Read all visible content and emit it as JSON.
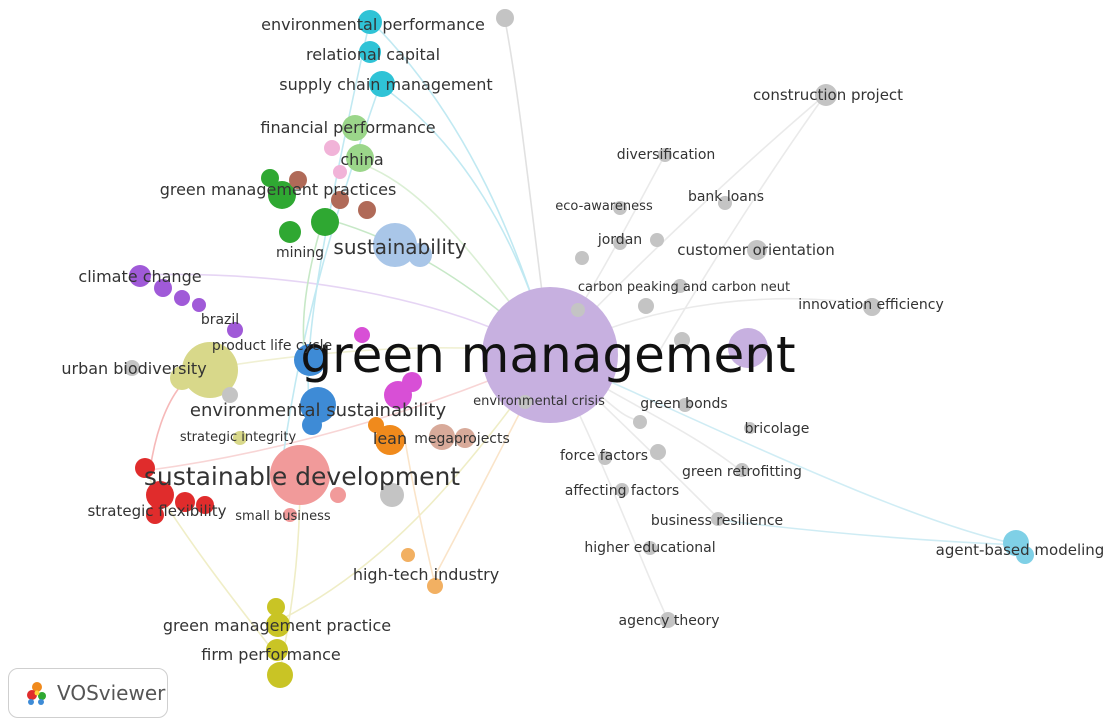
{
  "network": {
    "nodes": [
      {
        "label": "green management",
        "color": "#c7b0e0",
        "weight": 10
      },
      {
        "label": "sustainable development",
        "color": "#f19a9a",
        "weight": 6
      },
      {
        "label": "sustainability",
        "color": "#a9c6e8",
        "weight": 5
      },
      {
        "label": "environmental sustainability",
        "color": "#3e8bd6",
        "weight": 4
      },
      {
        "label": "environmental performance",
        "color": "#2fc3d6",
        "weight": 3
      },
      {
        "label": "relational capital",
        "color": "#2fc3d6",
        "weight": 3
      },
      {
        "label": "supply chain management",
        "color": "#2fc3d6",
        "weight": 3
      },
      {
        "label": "financial performance",
        "color": "#9bd68a",
        "weight": 3
      },
      {
        "label": "china",
        "color": "#9bd68a",
        "weight": 3
      },
      {
        "label": "green management practices",
        "color": "#2fa832",
        "weight": 3
      },
      {
        "label": "mining",
        "color": "#2fa832",
        "weight": 2
      },
      {
        "label": "climate change",
        "color": "#a05ad8",
        "weight": 3
      },
      {
        "label": "brazil",
        "color": "#a05ad8",
        "weight": 2
      },
      {
        "label": "urban biodiversity",
        "color": "#d8d88a",
        "weight": 3
      },
      {
        "label": "product life cycle",
        "color": "#3e8bd6",
        "weight": 2
      },
      {
        "label": "strategic integrity",
        "color": "#d8d88a",
        "weight": 2
      },
      {
        "label": "lean",
        "color": "#f08a1c",
        "weight": 3
      },
      {
        "label": "megaprojects",
        "color": "#d8aa9a",
        "weight": 2
      },
      {
        "label": "strategic flexibility",
        "color": "#e02c2c",
        "weight": 3
      },
      {
        "label": "small business",
        "color": "#f19a9a",
        "weight": 2
      },
      {
        "label": "high-tech industry",
        "color": "#f2b062",
        "weight": 2
      },
      {
        "label": "green management practice",
        "color": "#c9c425",
        "weight": 3
      },
      {
        "label": "firm performance",
        "color": "#c9c425",
        "weight": 3
      },
      {
        "label": "construction project",
        "color": "#c4c4c4",
        "weight": 2
      },
      {
        "label": "diversification",
        "color": "#c4c4c4",
        "weight": 2
      },
      {
        "label": "bank loans",
        "color": "#c4c4c4",
        "weight": 2
      },
      {
        "label": "eco-awareness",
        "color": "#c4c4c4",
        "weight": 2
      },
      {
        "label": "jordan",
        "color": "#c4c4c4",
        "weight": 2
      },
      {
        "label": "customer orientation",
        "color": "#c4c4c4",
        "weight": 2
      },
      {
        "label": "carbon peaking and carbon neut",
        "color": "#c4c4c4",
        "weight": 2
      },
      {
        "label": "innovation efficiency",
        "color": "#c4c4c4",
        "weight": 2
      },
      {
        "label": "environmental crisis",
        "color": "#c4c4c4",
        "weight": 2
      },
      {
        "label": "green bonds",
        "color": "#c4c4c4",
        "weight": 2
      },
      {
        "label": "bricolage",
        "color": "#c4c4c4",
        "weight": 2
      },
      {
        "label": "force factors",
        "color": "#c4c4c4",
        "weight": 2
      },
      {
        "label": "green retrofitting",
        "color": "#c4c4c4",
        "weight": 2
      },
      {
        "label": "affecting factors",
        "color": "#c4c4c4",
        "weight": 2
      },
      {
        "label": "business resilience",
        "color": "#c4c4c4",
        "weight": 2
      },
      {
        "label": "higher educational",
        "color": "#c4c4c4",
        "weight": 2
      },
      {
        "label": "agent-based modeling",
        "color": "#7fd0e6",
        "weight": 3
      },
      {
        "label": "agency theory",
        "color": "#c4c4c4",
        "weight": 2
      }
    ]
  },
  "branding": {
    "name": "VOSviewer"
  }
}
